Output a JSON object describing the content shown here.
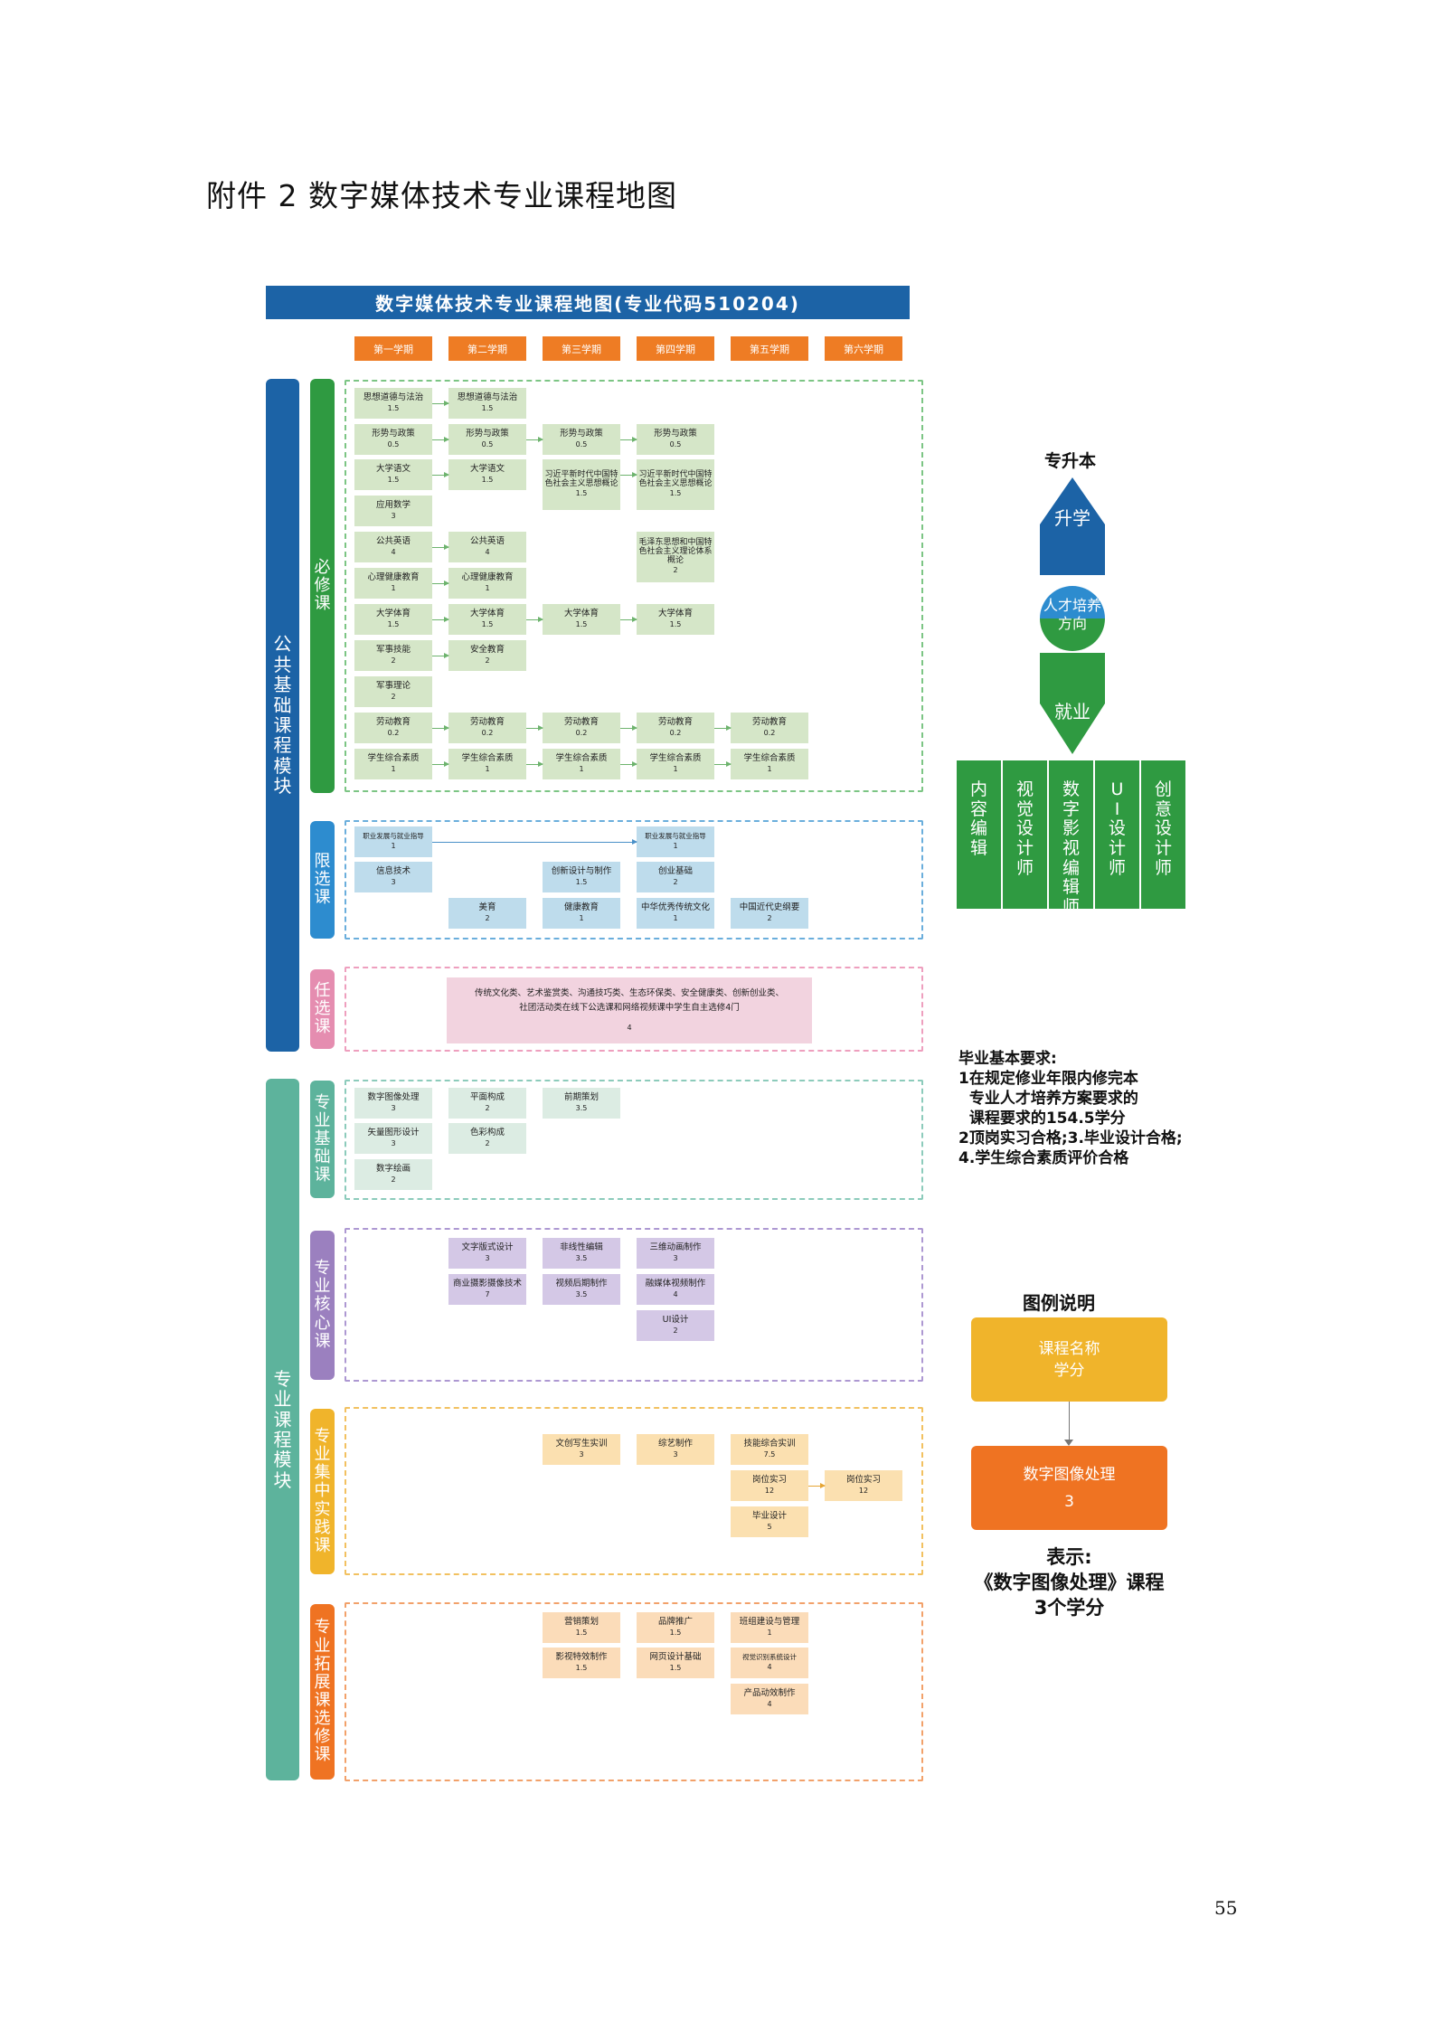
{
  "doc_title": "附件 2    数字媒体技术专业课程地图",
  "banner": "数字媒体技术专业课程地图(专业代码510204)",
  "semesters": [
    "第一学期",
    "第二学期",
    "第三学期",
    "第四学期",
    "第五学期",
    "第六学期"
  ],
  "modules": {
    "public": [
      "公",
      "共",
      "基",
      "础",
      "课",
      "程",
      "模",
      "块"
    ],
    "professional": [
      "专",
      "业",
      "课",
      "程",
      "模",
      "块"
    ]
  },
  "categories": {
    "required": [
      "必",
      "修",
      "课"
    ],
    "limited": [
      "限",
      "选",
      "课"
    ],
    "elective": [
      "任",
      "选",
      "课"
    ],
    "prof_basic": [
      "专",
      "业",
      "基",
      "础",
      "课"
    ],
    "prof_core": [
      "专",
      "业",
      "核",
      "心",
      "课"
    ],
    "prof_practice": [
      "专",
      "业",
      "集",
      "中",
      "实",
      "践",
      "课"
    ],
    "prof_extend": [
      "专",
      "业",
      "拓",
      "展",
      "课",
      "选",
      "修",
      "课"
    ]
  },
  "courses": {
    "required": [
      {
        "name": "思想道德与法治",
        "credit": "1.5"
      },
      {
        "name": "思想道德与法治",
        "credit": "1.5"
      },
      {
        "name": "形势与政策",
        "credit": "0.5"
      },
      {
        "name": "形势与政策",
        "credit": "0.5"
      },
      {
        "name": "形势与政策",
        "credit": "0.5"
      },
      {
        "name": "形势与政策",
        "credit": "0.5"
      },
      {
        "name": "大学语文",
        "credit": "1.5"
      },
      {
        "name": "大学语文",
        "credit": "1.5"
      },
      {
        "name": "习近平新时代中国特色社会主义思想概论",
        "credit": "1.5"
      },
      {
        "name": "习近平新时代中国特色社会主义思想概论",
        "credit": "1.5"
      },
      {
        "name": "应用数学",
        "credit": "3"
      },
      {
        "name": "公共英语",
        "credit": "4"
      },
      {
        "name": "公共英语",
        "credit": "4"
      },
      {
        "name": "毛泽东思想和中国特色社会主义理论体系概论",
        "credit": "2"
      },
      {
        "name": "心理健康教育",
        "credit": "1"
      },
      {
        "name": "心理健康教育",
        "credit": "1"
      },
      {
        "name": "大学体育",
        "credit": "1.5"
      },
      {
        "name": "大学体育",
        "credit": "1.5"
      },
      {
        "name": "大学体育",
        "credit": "1.5"
      },
      {
        "name": "大学体育",
        "credit": "1.5"
      },
      {
        "name": "军事技能",
        "credit": "2"
      },
      {
        "name": "安全教育",
        "credit": "2"
      },
      {
        "name": "军事理论",
        "credit": "2"
      },
      {
        "name": "劳动教育",
        "credit": "0.2"
      },
      {
        "name": "劳动教育",
        "credit": "0.2"
      },
      {
        "name": "劳动教育",
        "credit": "0.2"
      },
      {
        "name": "劳动教育",
        "credit": "0.2"
      },
      {
        "name": "劳动教育",
        "credit": "0.2"
      },
      {
        "name": "学生综合素质",
        "credit": "1"
      },
      {
        "name": "学生综合素质",
        "credit": "1"
      },
      {
        "name": "学生综合素质",
        "credit": "1"
      },
      {
        "name": "学生综合素质",
        "credit": "1"
      },
      {
        "name": "学生综合素质",
        "credit": "1"
      }
    ],
    "limited": [
      {
        "name": "职业发展与就业指导",
        "credit": "1"
      },
      {
        "name": "职业发展与就业指导",
        "credit": "1"
      },
      {
        "name": "信息技术",
        "credit": "3"
      },
      {
        "name": "创新设计与制作",
        "credit": "1.5"
      },
      {
        "name": "创业基础",
        "credit": "2"
      },
      {
        "name": "美育",
        "credit": "2"
      },
      {
        "name": "健康教育",
        "credit": "1"
      },
      {
        "name": "中华优秀传统文化",
        "credit": "1"
      },
      {
        "name": "中国近代史纲要",
        "credit": "2"
      }
    ],
    "elective": {
      "line1": "传统文化类、艺术鉴赏类、沟通技巧类、生态环保类、安全健康类、创新创业类、",
      "line2": "社团活动类在线下公选课和网络视频课中学生自主选修4门",
      "credit": "4"
    },
    "prof_basic": [
      {
        "name": "数字图像处理",
        "credit": "3"
      },
      {
        "name": "平面构成",
        "credit": "2"
      },
      {
        "name": "前期策划",
        "credit": "3.5"
      },
      {
        "name": "矢量图形设计",
        "credit": "3"
      },
      {
        "name": "色彩构成",
        "credit": "2"
      },
      {
        "name": "数字绘画",
        "credit": "2"
      }
    ],
    "prof_core": [
      {
        "name": "文字版式设计",
        "credit": "3"
      },
      {
        "name": "非线性编辑",
        "credit": "3.5"
      },
      {
        "name": "三维动画制作",
        "credit": "3"
      },
      {
        "name": "商业摄影摄像技术",
        "credit": "7"
      },
      {
        "name": "视频后期制作",
        "credit": "3.5"
      },
      {
        "name": "融媒体视频制作",
        "credit": "4"
      },
      {
        "name": "UI设计",
        "credit": "2"
      }
    ],
    "prof_practice": [
      {
        "name": "文创写生实训",
        "credit": "3"
      },
      {
        "name": "综艺制作",
        "credit": "3"
      },
      {
        "name": "技能综合实训",
        "credit": "7.5"
      },
      {
        "name": "岗位实习",
        "credit": "12"
      },
      {
        "name": "岗位实习",
        "credit": "12"
      },
      {
        "name": "毕业设计",
        "credit": "5"
      }
    ],
    "prof_extend": [
      {
        "name": "营销策划",
        "credit": "1.5"
      },
      {
        "name": "品牌推广",
        "credit": "1.5"
      },
      {
        "name": "班组建设与管理",
        "credit": "1"
      },
      {
        "name": "影视特效制作",
        "credit": "1.5"
      },
      {
        "name": "网页设计基础",
        "credit": "1.5"
      },
      {
        "name": "视觉识别系统设计",
        "credit": "4"
      },
      {
        "name": "产品动效制作",
        "credit": "4"
      }
    ]
  },
  "direction": {
    "top_label": "专升本",
    "up": "升学",
    "center_line1": "人才培养",
    "center_line2": "方向",
    "down": "就业",
    "careers": [
      [
        "内",
        "容",
        "编",
        "辑"
      ],
      [
        "视",
        "觉",
        "设",
        "计",
        "师"
      ],
      [
        "数",
        "字",
        "影",
        "视",
        "编",
        "辑",
        "师"
      ],
      [
        "U",
        "I",
        "设",
        "计",
        "师"
      ],
      [
        "创",
        "意",
        "设",
        "计",
        "师"
      ]
    ]
  },
  "requirements": "毕业基本要求:\n1在规定修业年限内修完本\n  专业人才培养方案要求的\n  课程要求的154.5学分\n2顶岗实习合格;3.毕业设计合格;\n4.学生综合素质评价合格",
  "legend": {
    "title": "图例说明",
    "box1_line1": "课程名称",
    "box1_line2": "学分",
    "box2_line1": "数字图像处理",
    "box2_line2": "3",
    "note1": "表示:",
    "note2": "《数字图像处理》课程",
    "note3": "3个学分"
  },
  "page_number": "55",
  "colors": {
    "banner": "#1c63a6",
    "semester": "#ee7c24",
    "public_module": "#1c63a6",
    "prof_module": "#5db39c",
    "required": "#2f9a41",
    "limited": "#2d8ccf",
    "elective": "#e58db0",
    "prof_basic": "#5db39c",
    "prof_core": "#9b80bf",
    "prof_practice": "#f0b42b",
    "prof_extend": "#ef7322"
  }
}
